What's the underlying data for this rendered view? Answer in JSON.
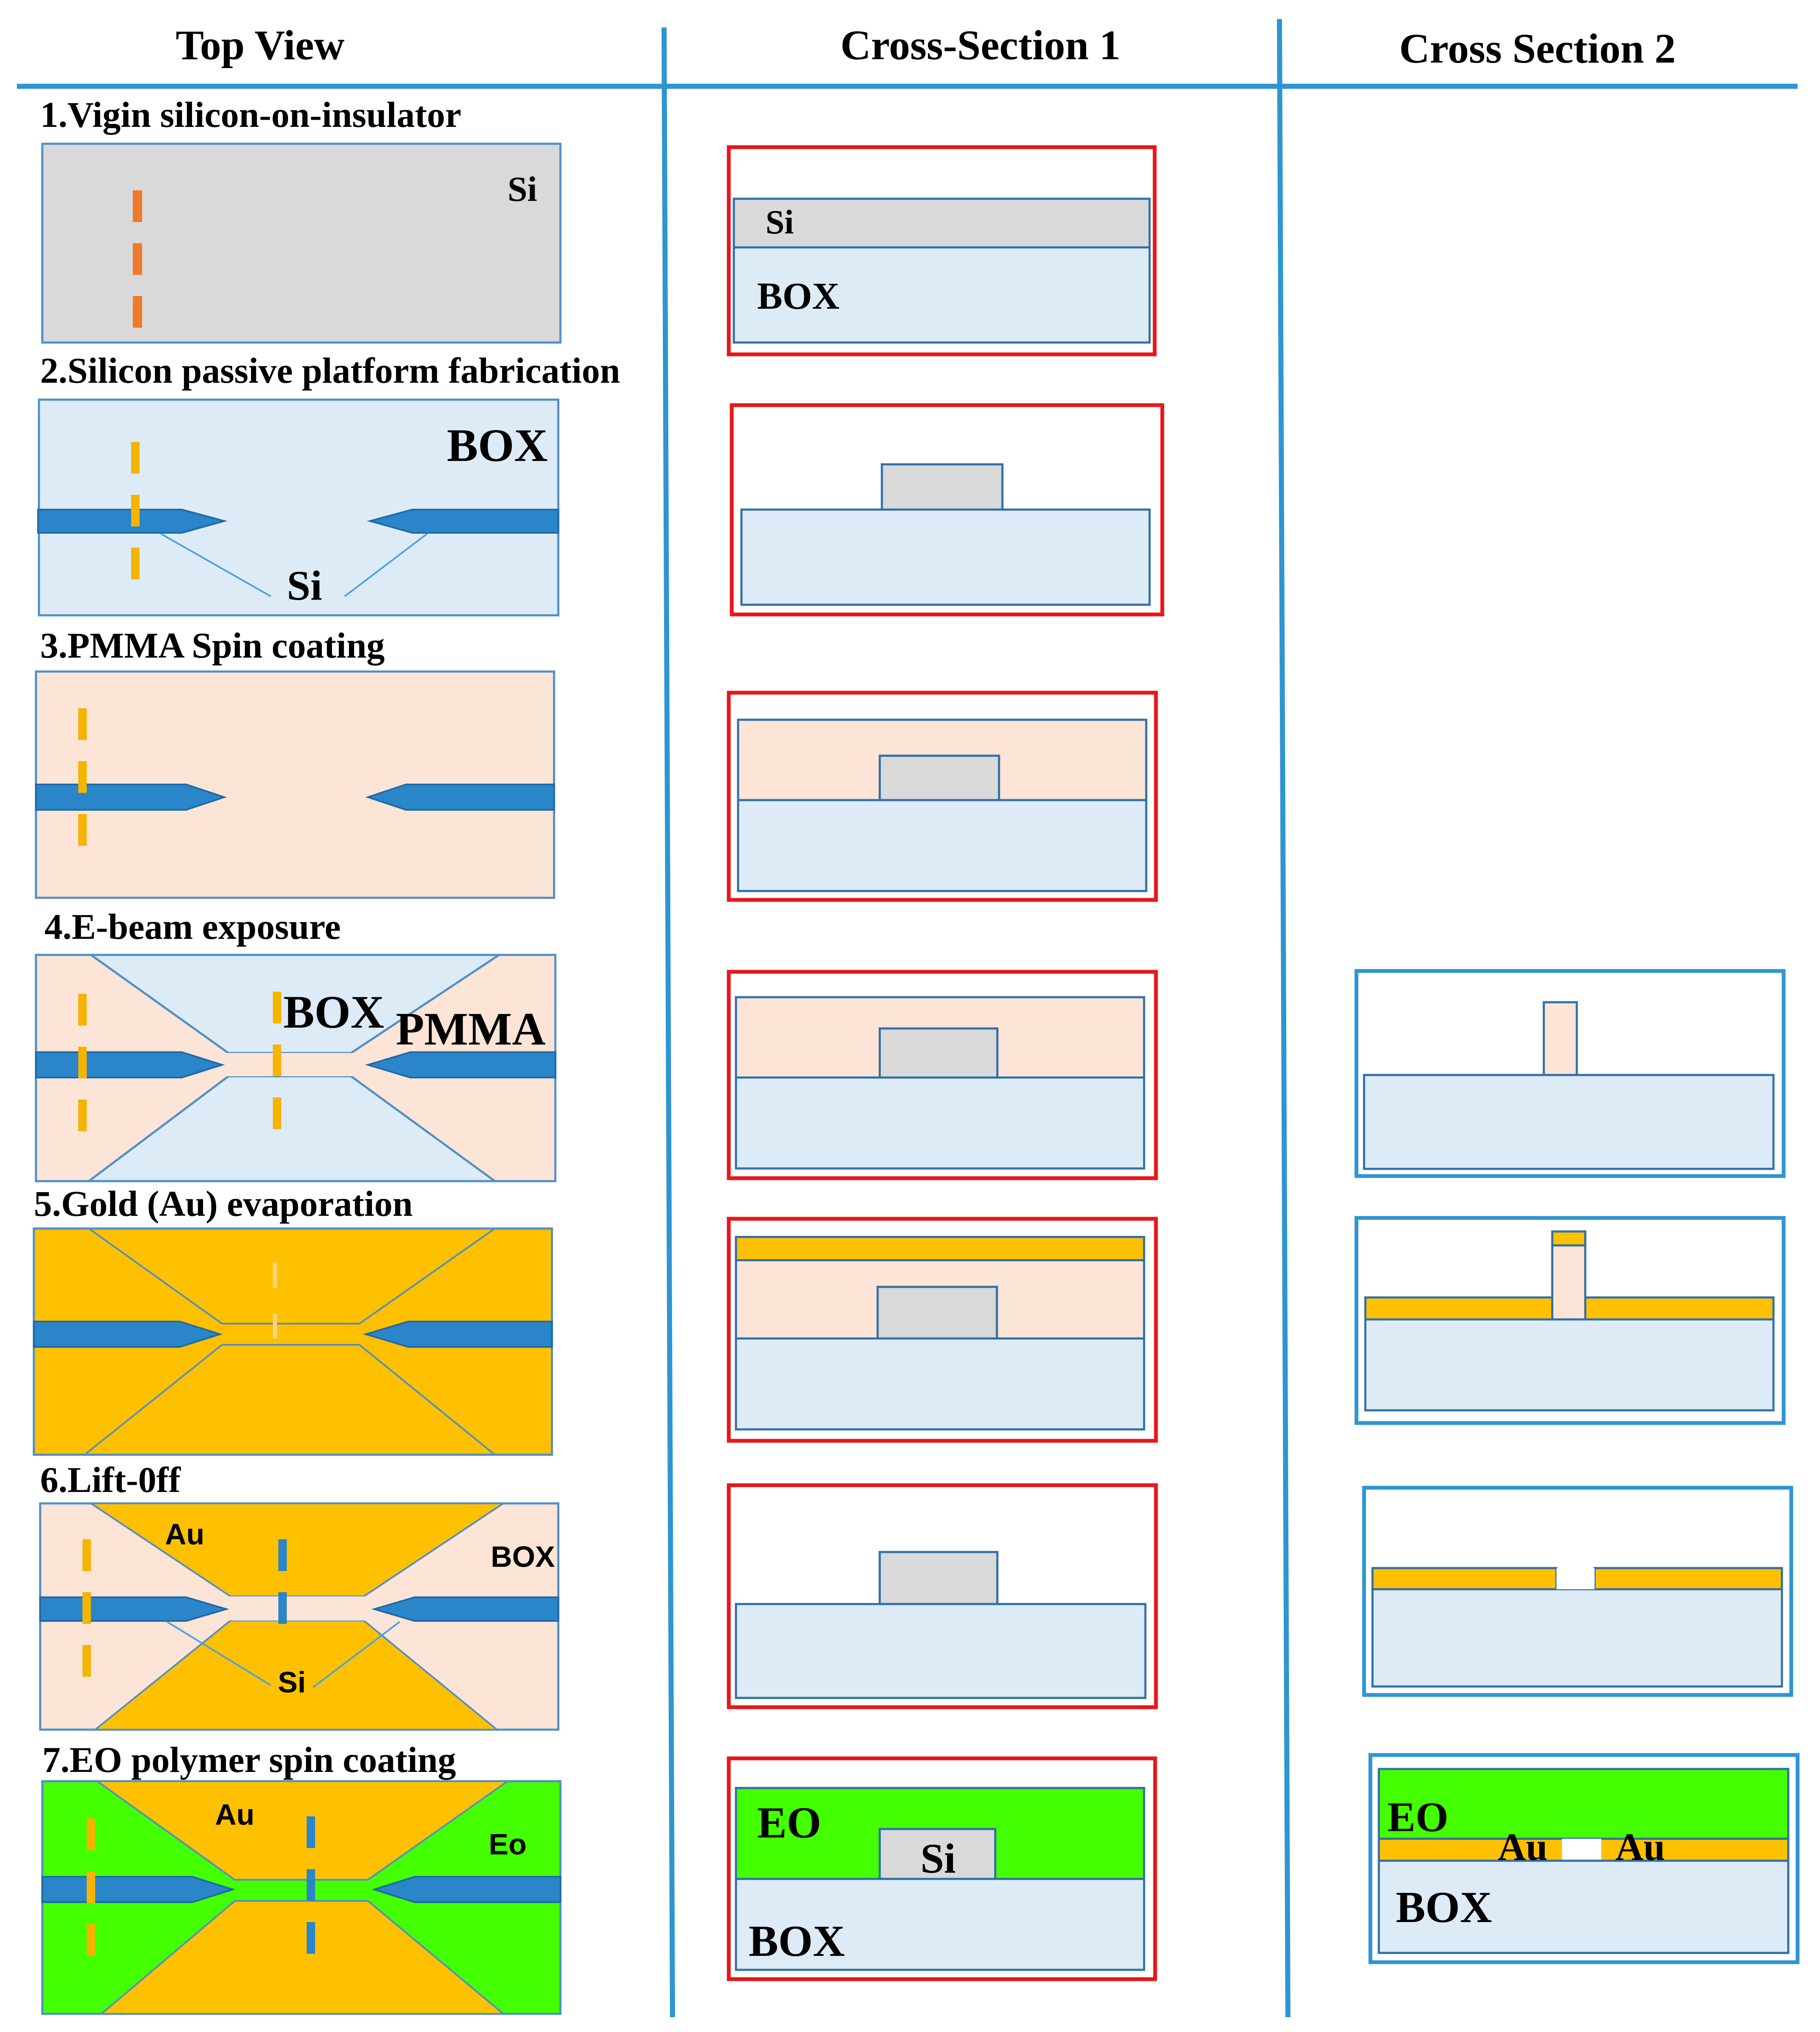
{
  "headers": {
    "top_view": "Top View",
    "cross_section_1": "Cross-Section 1",
    "cross_section_2": "Cross Section 2"
  },
  "steps": [
    {
      "title": "1.Vigin silicon-on-insulator"
    },
    {
      "title": "2.Silicon passive platform fabrication"
    },
    {
      "title": "3.PMMA Spin coating"
    },
    {
      "title": "4.E-beam exposure"
    },
    {
      "title": "5.Gold (Au) evaporation"
    },
    {
      "title": "6.Lift-0ff"
    },
    {
      "title": "7.EO polymer spin coating"
    }
  ],
  "labels": {
    "s1_top_si": "Si",
    "s1_cs1_si": "Si",
    "s1_cs1_box": "BOX",
    "s2_top_box": "BOX",
    "s2_top_si": "Si",
    "s4_top_box": "BOX",
    "s4_top_pmma": "PMMA",
    "s6_top_au": "Au",
    "s6_top_box": "BOX",
    "s6_top_si": "Si",
    "s7_top_au": "Au",
    "s7_top_eo": "Eo",
    "s7_cs1_eo": "EO",
    "s7_cs1_si": "Si",
    "s7_cs1_box": "BOX",
    "s7_cs2_eo": "EO",
    "s7_cs2_au_left": "Au",
    "s7_cs2_au_right": "Au",
    "s7_cs2_box": "BOX"
  },
  "colors": {
    "column_divider": "#2e95d3",
    "cs1_frame": "#e8161b",
    "cs2_frame": "#2e95d3",
    "silicon": "#d9d9d9",
    "box_oxide": "#ddebf7",
    "pmma": "#fce4d6",
    "gold": "#ffc000",
    "eo_polymer": "#44ff00",
    "waveguide": "#2a86c9",
    "cut_line": "#f4b400",
    "cut_line_step1": "#f07a2a",
    "outline": "#2f6fa8"
  }
}
